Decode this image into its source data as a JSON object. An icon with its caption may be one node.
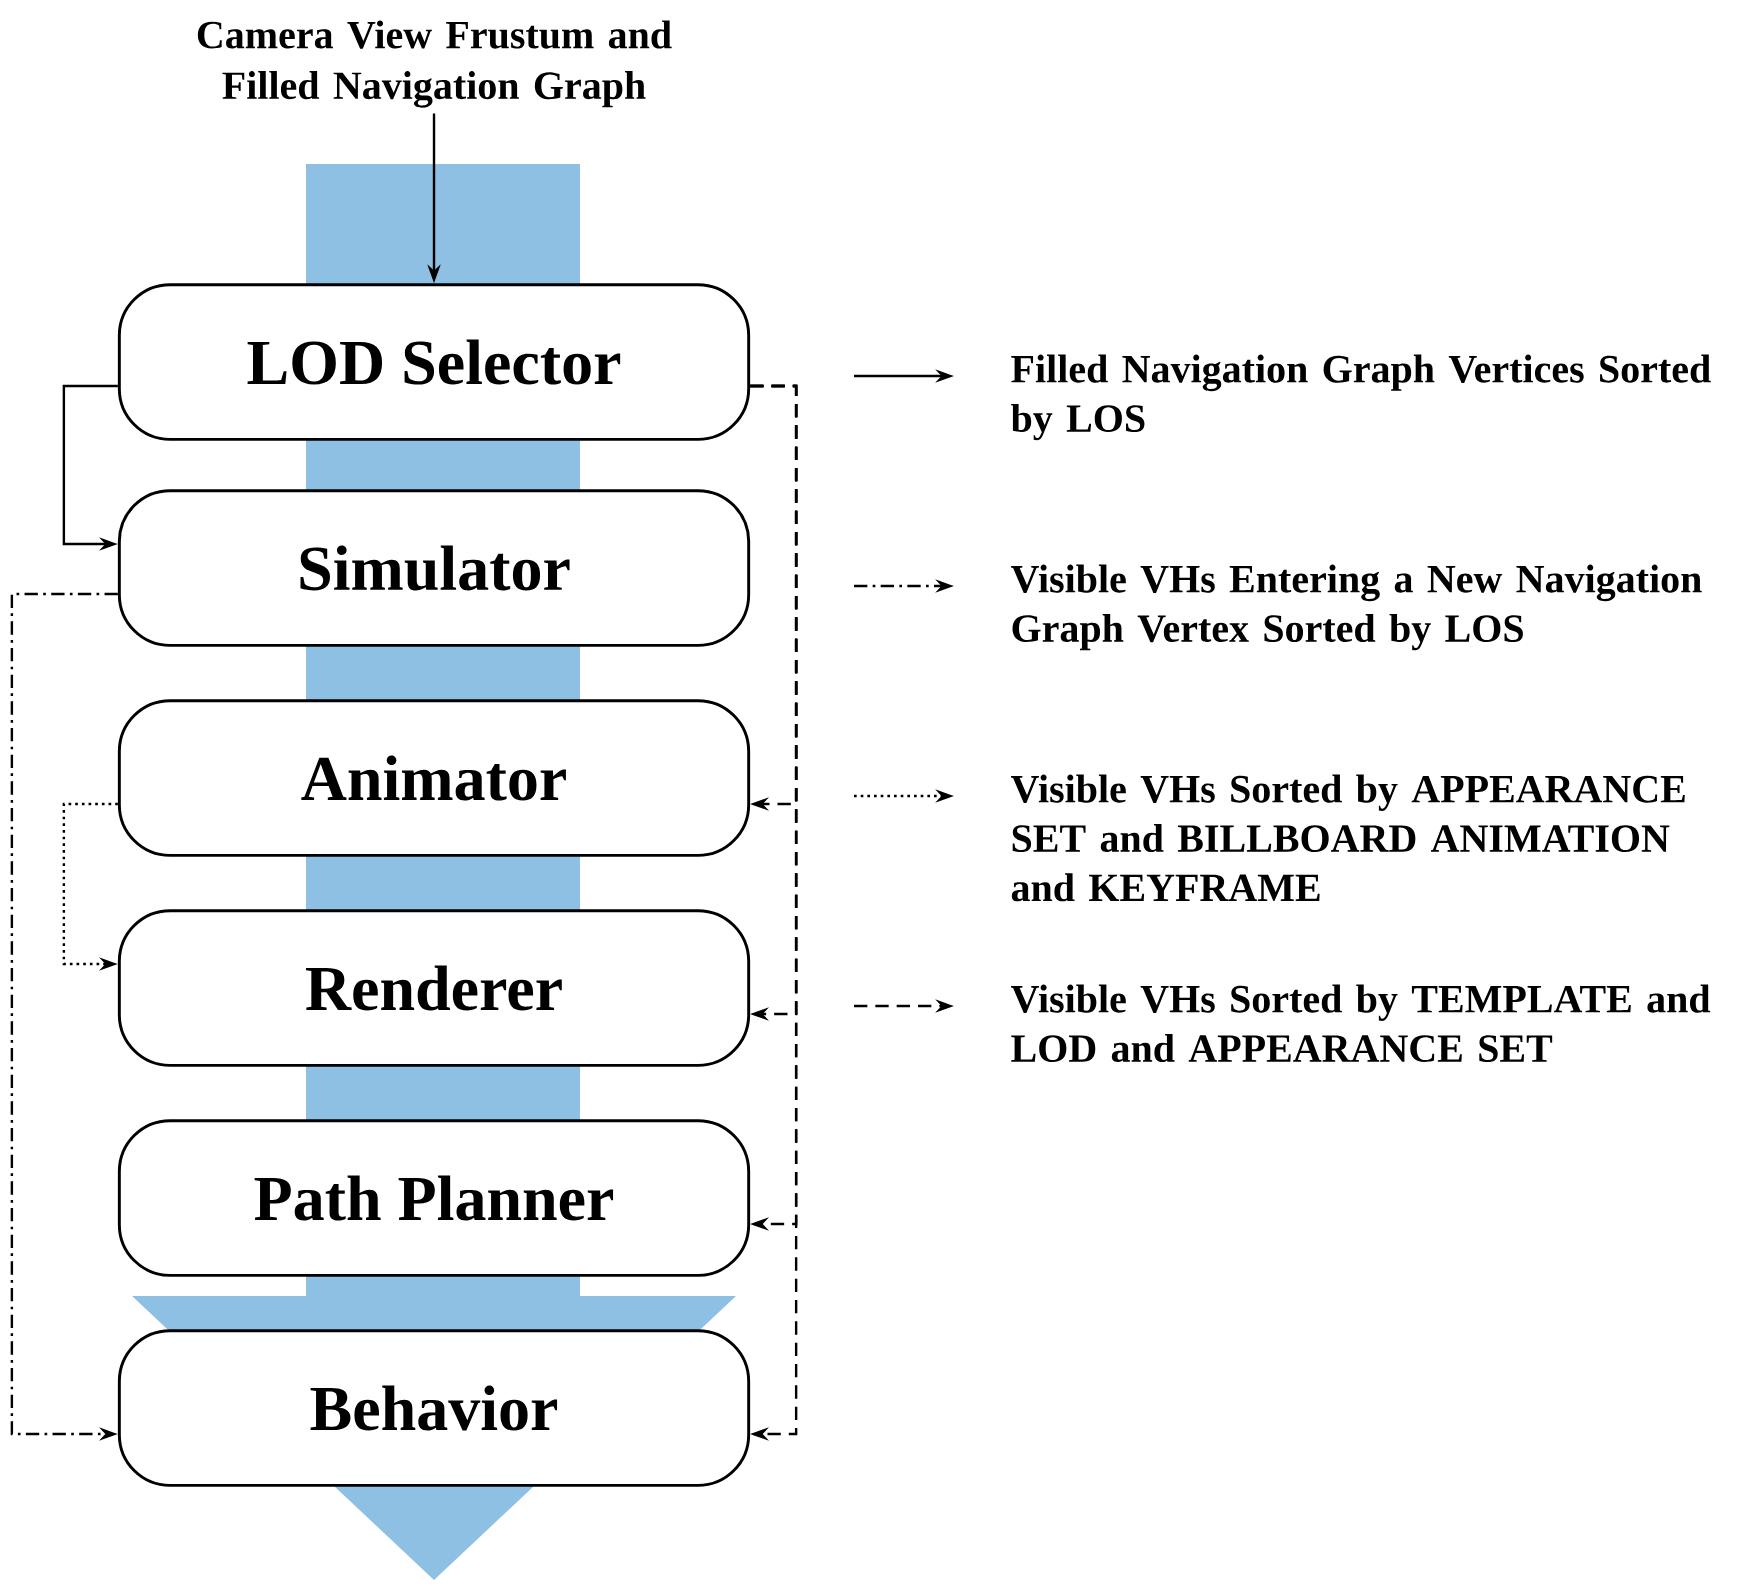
{
  "diagram": {
    "nodes": [
      {
        "text": [
          "Camera View Frustum and Filled Navigation Graph"
        ]
      },
      {
        "text": [
          "LOD Selector"
        ]
      },
      {
        "text": [
          "Simulator"
        ]
      },
      {
        "text": [
          "Animator"
        ]
      },
      {
        "text": [
          "Renderer"
        ]
      },
      {
        "text": [
          "Path Planner"
        ]
      },
      {
        "text": [
          "Behavior"
        ]
      }
    ],
    "edges": [
      {
        "from": 0,
        "to": 1,
        "arrow": "to"
      },
      {
        "from": 1,
        "to": 2,
        "arrow": "to"
      },
      {
        "from": 2,
        "to": 6,
        "arrow": "to",
        "style": "dashed"
      },
      {
        "from": 3,
        "to": 4,
        "arrow": "to",
        "style": "dashed"
      },
      {
        "from": 1,
        "to": 3,
        "arrow": "to",
        "style": "dashed"
      },
      {
        "from": 1,
        "to": 4,
        "arrow": "to",
        "style": "dashed"
      },
      {
        "from": 1,
        "to": 5,
        "arrow": "to",
        "style": "dashed"
      },
      {
        "from": 1,
        "to": 6,
        "arrow": "to",
        "style": "dashed"
      }
    ],
    "legend": [
      {
        "text": "Filled Navigation Graph Vertices Sorted by LOS"
      },
      {
        "text": "Visible VHs Entering a New Navigation Graph Vertex Sorted by LOS"
      },
      {
        "text": "Visible VHs Sorted by APPEARANCE SET and BILLBOARD ANIMATION and KEYFRAME"
      },
      {
        "text": "Visible VHs Sorted by TEMPLATE and LOD and APPEARANCE SET"
      }
    ]
  }
}
